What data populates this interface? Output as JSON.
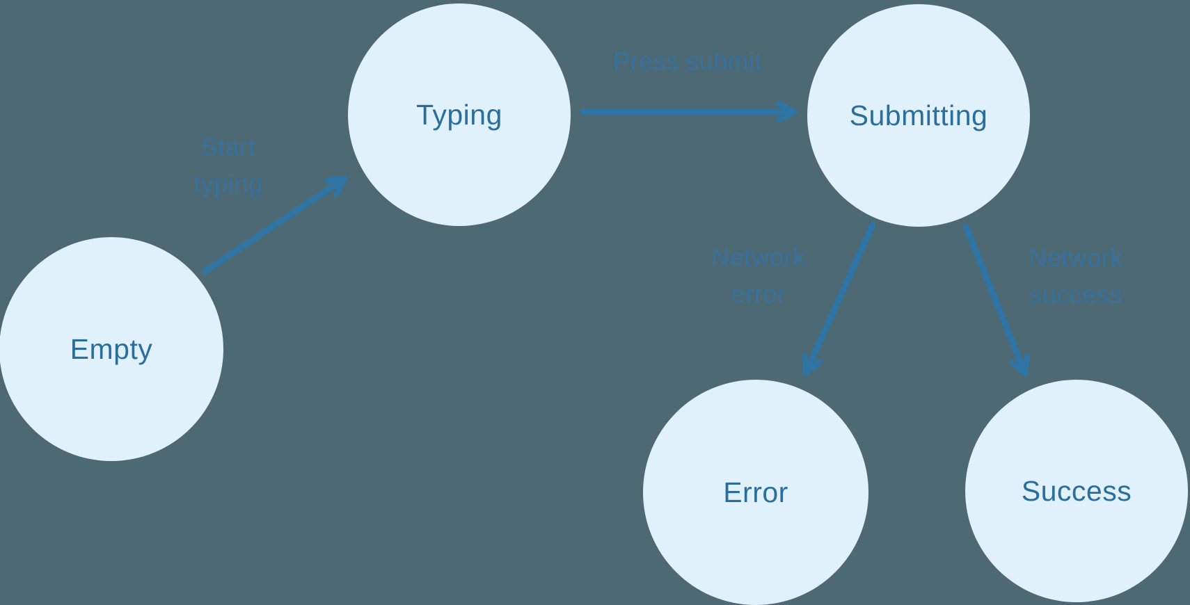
{
  "diagram": {
    "type": "state-machine",
    "background_color": "#4D6973",
    "node_fill_color": "#E0F1FC",
    "node_text_color": "#2B6E9B",
    "edge_color": "#2E74A4",
    "edge_label_color": "#38719D",
    "nodes": [
      {
        "id": "empty",
        "label": "Empty"
      },
      {
        "id": "typing",
        "label": "Typing"
      },
      {
        "id": "submitting",
        "label": "Submitting"
      },
      {
        "id": "error",
        "label": "Error"
      },
      {
        "id": "success",
        "label": "Success"
      }
    ],
    "edges": [
      {
        "from": "empty",
        "to": "typing",
        "label": "Start typing",
        "label_lines": [
          "Start",
          "typing"
        ]
      },
      {
        "from": "typing",
        "to": "submitting",
        "label": "Press submit",
        "label_lines": [
          "Press submit"
        ]
      },
      {
        "from": "submitting",
        "to": "error",
        "label": "Network error",
        "label_lines": [
          "Network",
          "error"
        ]
      },
      {
        "from": "submitting",
        "to": "success",
        "label": "Network success",
        "label_lines": [
          "Network",
          "success"
        ]
      }
    ]
  }
}
